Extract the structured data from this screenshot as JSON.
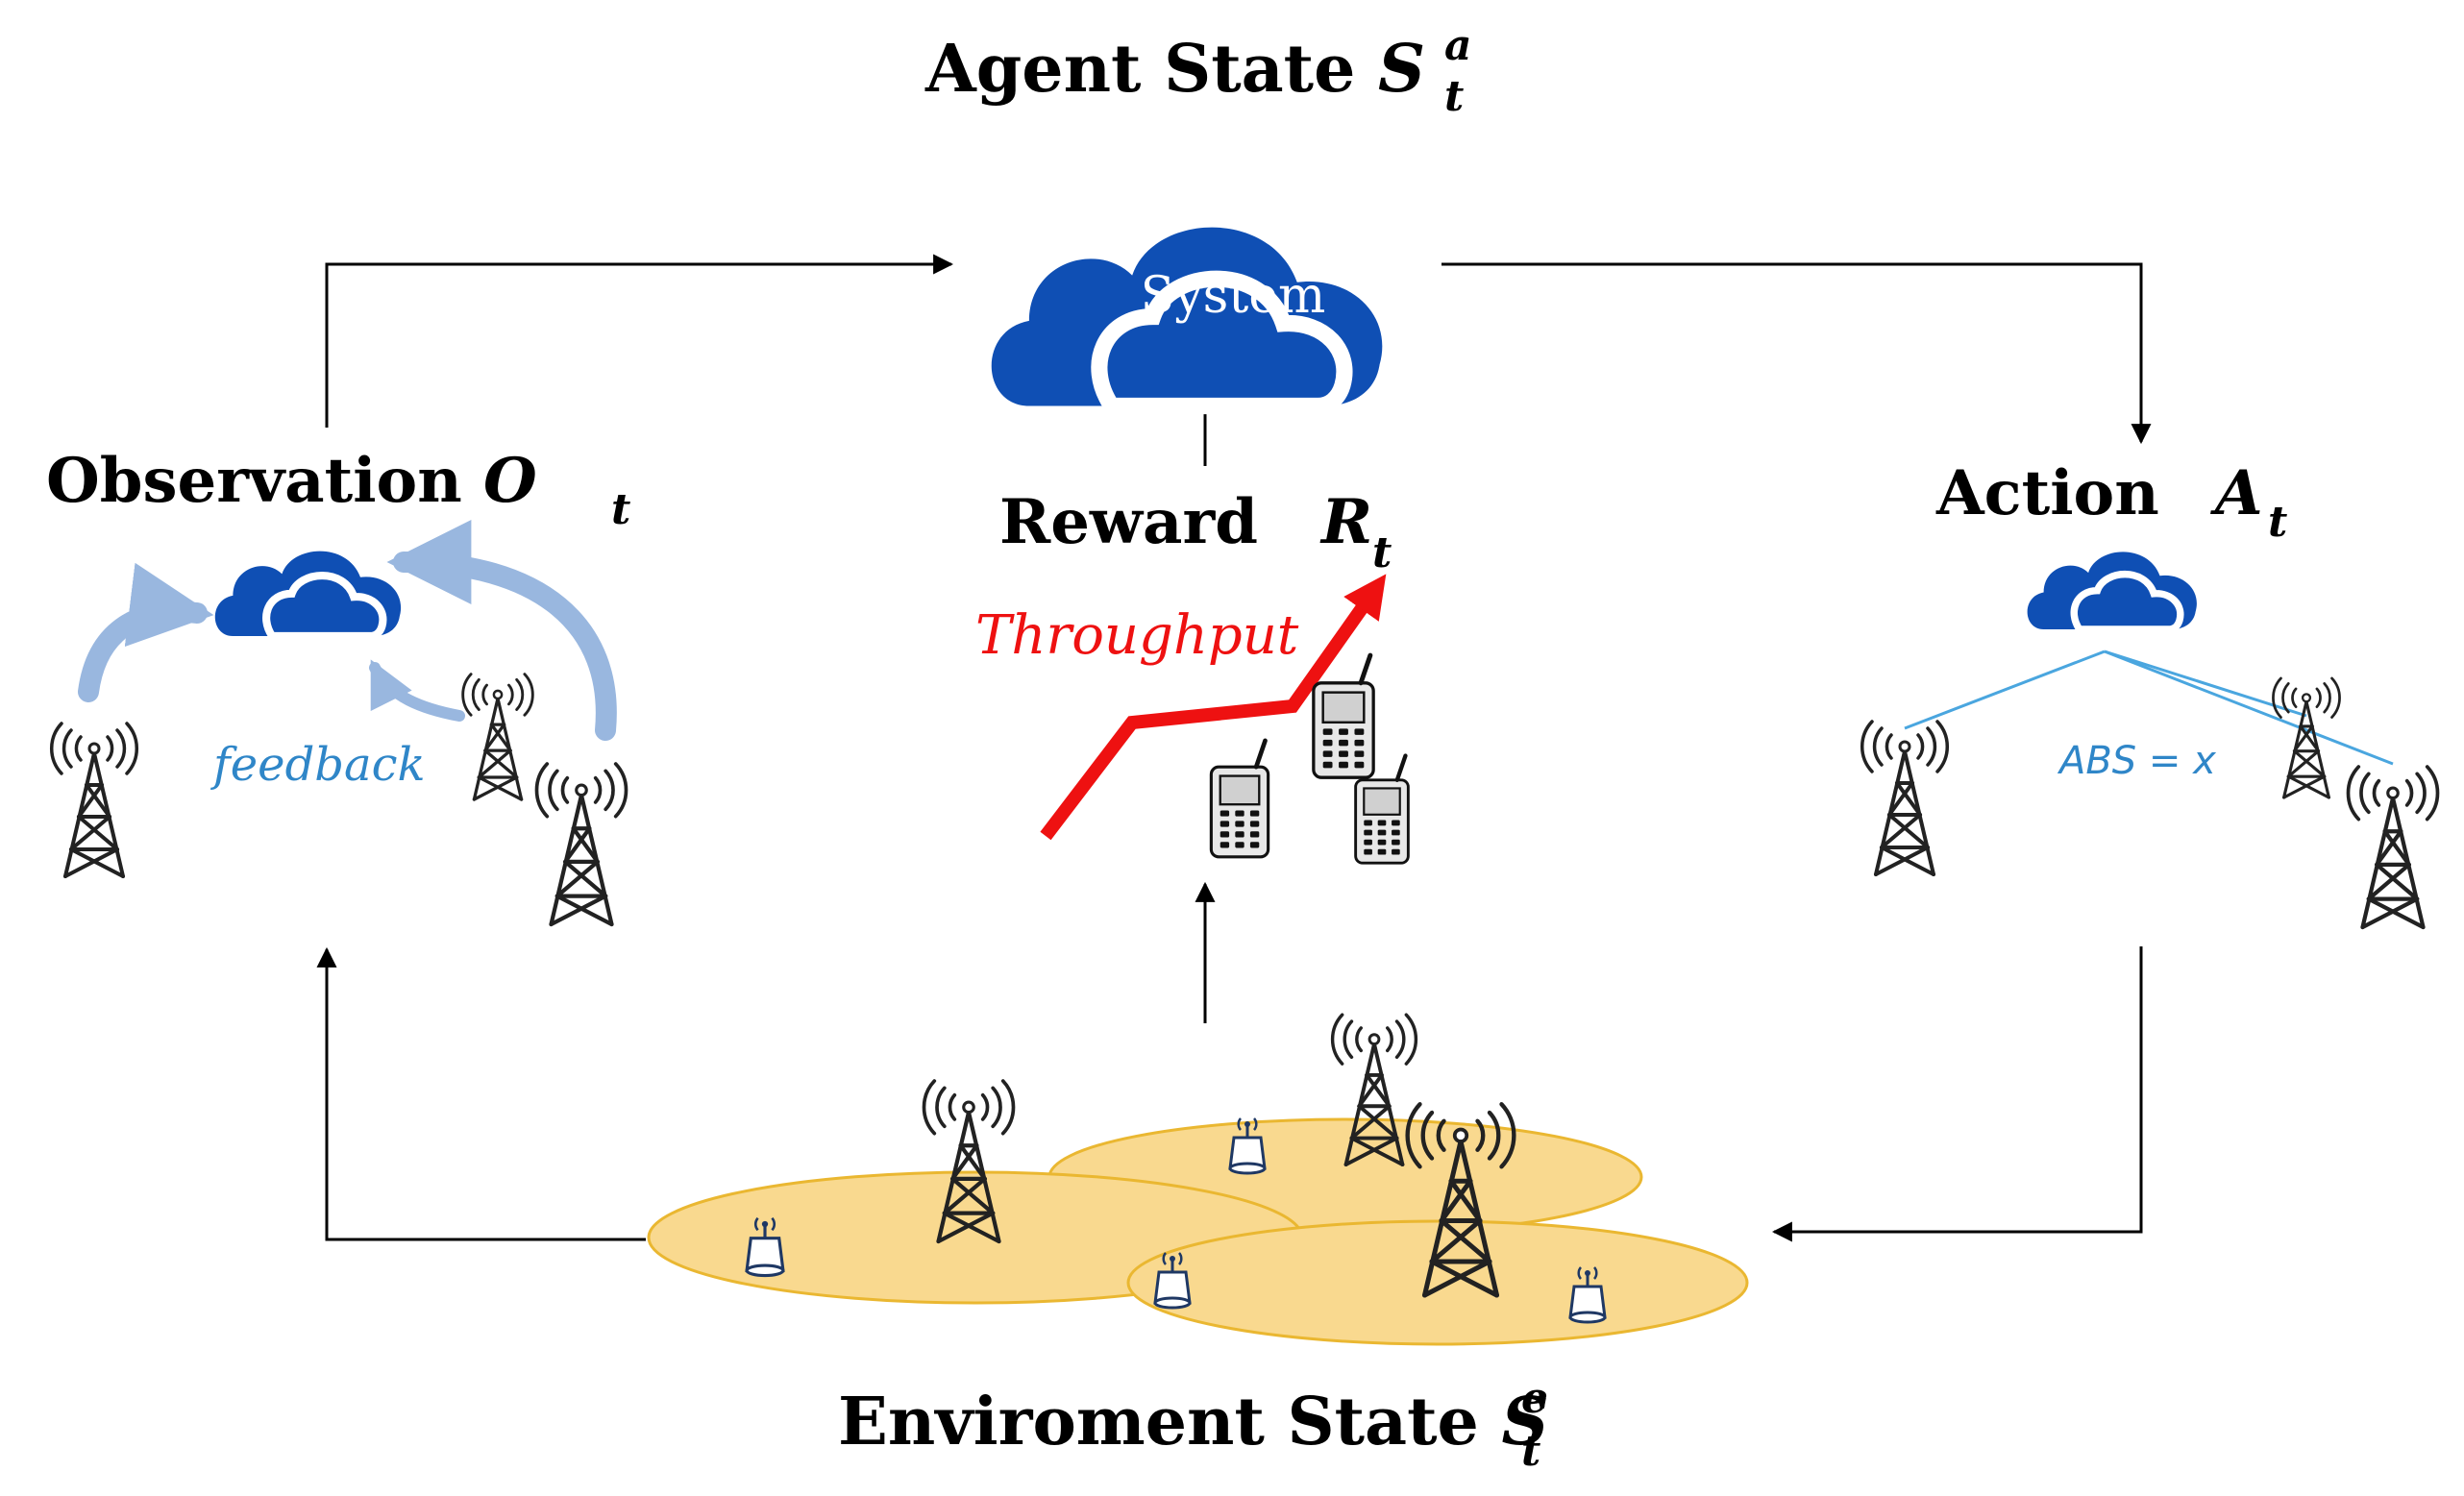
{
  "colors": {
    "cloud_blue": "#0f4fb4",
    "arrow_light_blue": "#8fb0dc",
    "feedback_blue": "#2f86c8",
    "link_blue": "#4aa6df",
    "throughput_red": "#ee1111",
    "coverage_fill": "#f9d88a",
    "coverage_stroke": "#e9b426",
    "line_black": "#000000"
  },
  "agent": {
    "title_text": "Agent State ",
    "symbol": "S",
    "superscript": "a",
    "subscript": "t",
    "cloud_label": "System",
    "icon": "cloud-icon"
  },
  "observation": {
    "title_text": "Observation ",
    "symbol": "O",
    "subscript": "t",
    "feedback_label": "feedback",
    "icons": [
      "cloud-icon",
      "tower-icon"
    ]
  },
  "reward": {
    "title_text": "Reward",
    "symbol": "R",
    "subscript": "t",
    "metric_label": "Throughput",
    "icons": [
      "trend-up-arrow-icon",
      "mobile-phone-icon"
    ]
  },
  "action": {
    "title_text": "Action",
    "symbol": "A",
    "subscript": "t",
    "abs_label": "ABS = x",
    "icons": [
      "cloud-icon",
      "tower-icon"
    ]
  },
  "environment": {
    "title_text": "Enviroment State ",
    "symbol": "S",
    "superscript": "e",
    "subscript": "t",
    "icons": [
      "coverage-area",
      "tower-icon",
      "small-cell-icon"
    ]
  }
}
